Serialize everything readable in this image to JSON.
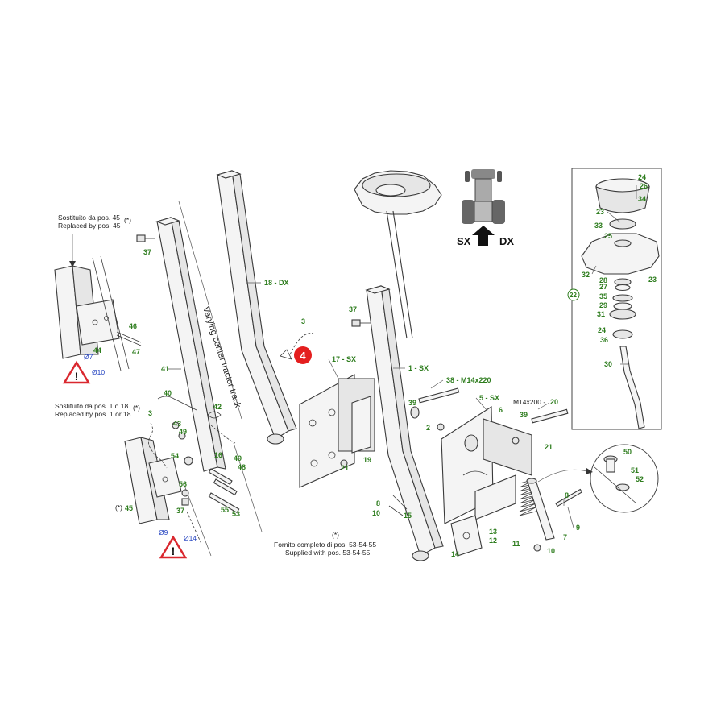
{
  "labels": {
    "l3a": "3",
    "l4": "4",
    "l18": "18 - DX",
    "l37a": "37",
    "l41": "41",
    "l40": "40",
    "l3b": "3",
    "l43": "43",
    "l49a": "49",
    "l42": "42",
    "l54": "54",
    "l16": "16",
    "l49b": "49",
    "l48": "48",
    "l56": "56",
    "l37b": "37",
    "l55": "55",
    "l53": "53",
    "l45": "45",
    "l44": "44",
    "l46": "46",
    "l47": "47",
    "l17": "17 - SX",
    "l21a": "21",
    "l19": "19",
    "l37c": "37",
    "l1": "1 - SX",
    "l38": "38 - M14x220",
    "l39a": "39",
    "l2": "2",
    "l5": "5 - SX",
    "l6": "6",
    "l20": "20",
    "l39b": "39",
    "l21b": "21",
    "l8a": "8",
    "l10a": "10",
    "l15": "15",
    "l13": "13",
    "l12": "12",
    "l14": "14",
    "l11": "11",
    "l8b": "8",
    "l9": "9",
    "l7": "7",
    "l10b": "10",
    "l24a": "24",
    "l26": "26",
    "l34": "34",
    "l23a": "23",
    "l33": "33",
    "l25": "25",
    "l32": "32",
    "l23b": "23",
    "l28": "28",
    "l27": "27",
    "l35": "35",
    "l29": "29",
    "l31": "31",
    "l24b": "24",
    "l36": "36",
    "l30": "30",
    "l22": "22",
    "l50": "50",
    "l51": "51",
    "l52": "52"
  },
  "notes": {
    "n1a": "Sostituito da pos. 45",
    "n1b": "Replaced by pos. 45",
    "n1c": "(*)",
    "n2a": "Sostituito da pos. 1 o 18",
    "n2b": "Replaced by pos. 1 or 18",
    "n2c": "(*)",
    "n3": "(*)",
    "n4a": "Fornito completo di pos. 53-54-55",
    "n4b": "Supplied with pos. 53-54-55",
    "n4c": "(*)",
    "m14x200": "M14x200 -",
    "track": "Varying center tractor track",
    "sx": "SX",
    "dx": "DX"
  },
  "diameters": {
    "d7": "Ø7",
    "d10": "Ø10",
    "d9": "Ø9",
    "d14": "Ø14"
  },
  "colors": {
    "label": "#2e7d1e",
    "diameter": "#1f3fbf",
    "callout": "#e41e1e",
    "warning": "#d9272e"
  }
}
